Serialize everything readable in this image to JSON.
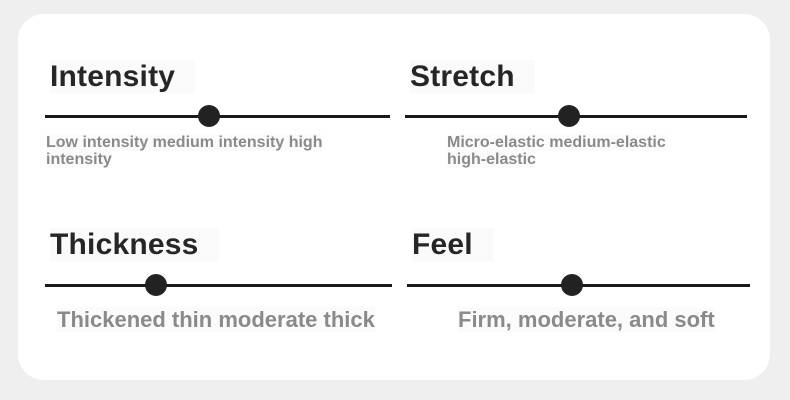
{
  "page": {
    "background": "#efefef",
    "card_background": "#ffffff"
  },
  "colors": {
    "title": "#262626",
    "line": "#1a1a1a",
    "dot": "#222222",
    "description": "#8a8a8a"
  },
  "sections": [
    {
      "id": "intensity",
      "title": "Intensity",
      "description": "Low intensity medium intensity high\nintensity",
      "slider_percent": 47.5
    },
    {
      "id": "stretch",
      "title": "Stretch",
      "description": "Micro-elastic medium-elastic\nhigh-elastic",
      "slider_percent": 48
    },
    {
      "id": "thickness",
      "title": "Thickness",
      "description": "Thickened thin moderate thick",
      "slider_percent": 32
    },
    {
      "id": "feel",
      "title": "Feel",
      "description": "Firm, moderate, and soft",
      "slider_percent": 48
    }
  ]
}
